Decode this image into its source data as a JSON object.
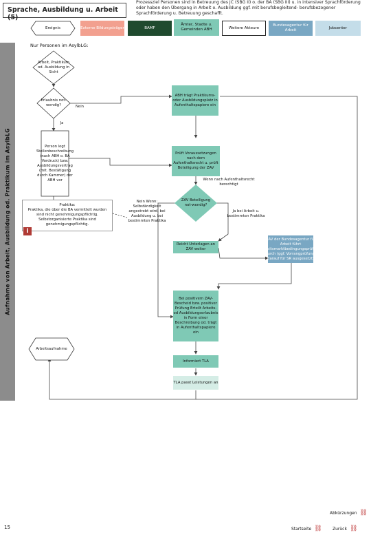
{
  "header": {
    "title": "Sprache, Ausbildung u. Arbeit (5)",
    "description": "Prozessziel Personen sind in Betreuung des JC (SBG II) o. der BA (SBG III) u. in intensiver Sprachförderung oder haben den Übergang in Arbeit o. Ausbildung ggf. mit berufsbegleitend- berufsbezogener Sprachförderung u. Betreuung geschafft."
  },
  "legend": {
    "event": "Ereignis",
    "external": "Externe Bildungsträger",
    "bamf": "BAMF",
    "abh": "Ämter, Stadte u. Gemeinden ABH",
    "other": "Weitere Akteure",
    "ba": "Bundesagentur für Arbeit",
    "jobcenter": "Jobcenter"
  },
  "side_label": "Aufnahme von Arbeit, Ausbildung od. Praktikum im AsylbLG",
  "section_title": "Nur Personen im AsylbLG:",
  "nodes": {
    "start": "Arbeit, Praktikum od. Ausbildung in Sicht",
    "decision1": "Erlaubnis not-wendig?",
    "no1": "Nein",
    "yes1": "Ja",
    "person_request": "Person legt Stellenbeschreibung (nach ABH o. BA Vordruck) bzw. Ausbildungsvertrag (mit. Bestätigung durch Kammer) der ABH vor",
    "abh_transfer": "ABH trägt Praktikums- oder Ausbildungsplatz in Aufenthaltspapiere ein",
    "check_zav": "Prüft Voraussetzungen nach dem Aufenthaltsrecht u. prüft Beteiligung der ZAV",
    "when_law": "Wenn nach Aufenthaltsrecht berechtigt",
    "decision2": "ZAV Beteiligung not-wendig?",
    "no2": "Nein Wenn: Selbständigkeit angestrebt wird, bei Ausbildung u. bei bestimmten Praktika",
    "yes2": "Ja bei Arbeit u. bestimmten Praktika",
    "info_title": "Praktika:",
    "info_line1": "Praktika, die über die BA vermittelt wurden sind nicht genehmigungspflichtig.",
    "info_line2": "Selbstorganisierte Praktika sind genehmigungspflichtig.",
    "send_docs": "Reicht Unterlagen an ZAV weiter",
    "zav_check": "ZAV der Bundesagentur für Arbeit führt Arbeitsmarktbedingungsprüfung durch (ggf. Vorrangprüfung, darauf für SR ausgesetzt)",
    "positive": "Bei positivem ZAV-Bescheid bzw. positiver Prüfung Erteilt Arbeits- od Ausbildungserlaubnis in Form einer Beschreibung od. trägt in Aufenthaltspapiere ein",
    "informs_tla": "Informiert TLA",
    "tla_sets": "TLA passt Leistungen an",
    "end": "Arbeitsaufnahme"
  },
  "footer": {
    "page_number": "15",
    "abbrev": "Abkürzungen",
    "start_page": "Startseite",
    "back": "Zurück"
  },
  "colors": {
    "teal": "#7fc9b5",
    "blue": "#79a7c3",
    "bamf": "#1f4a2e",
    "external": "#f2a08f",
    "jobcenter": "#c4dde9"
  }
}
